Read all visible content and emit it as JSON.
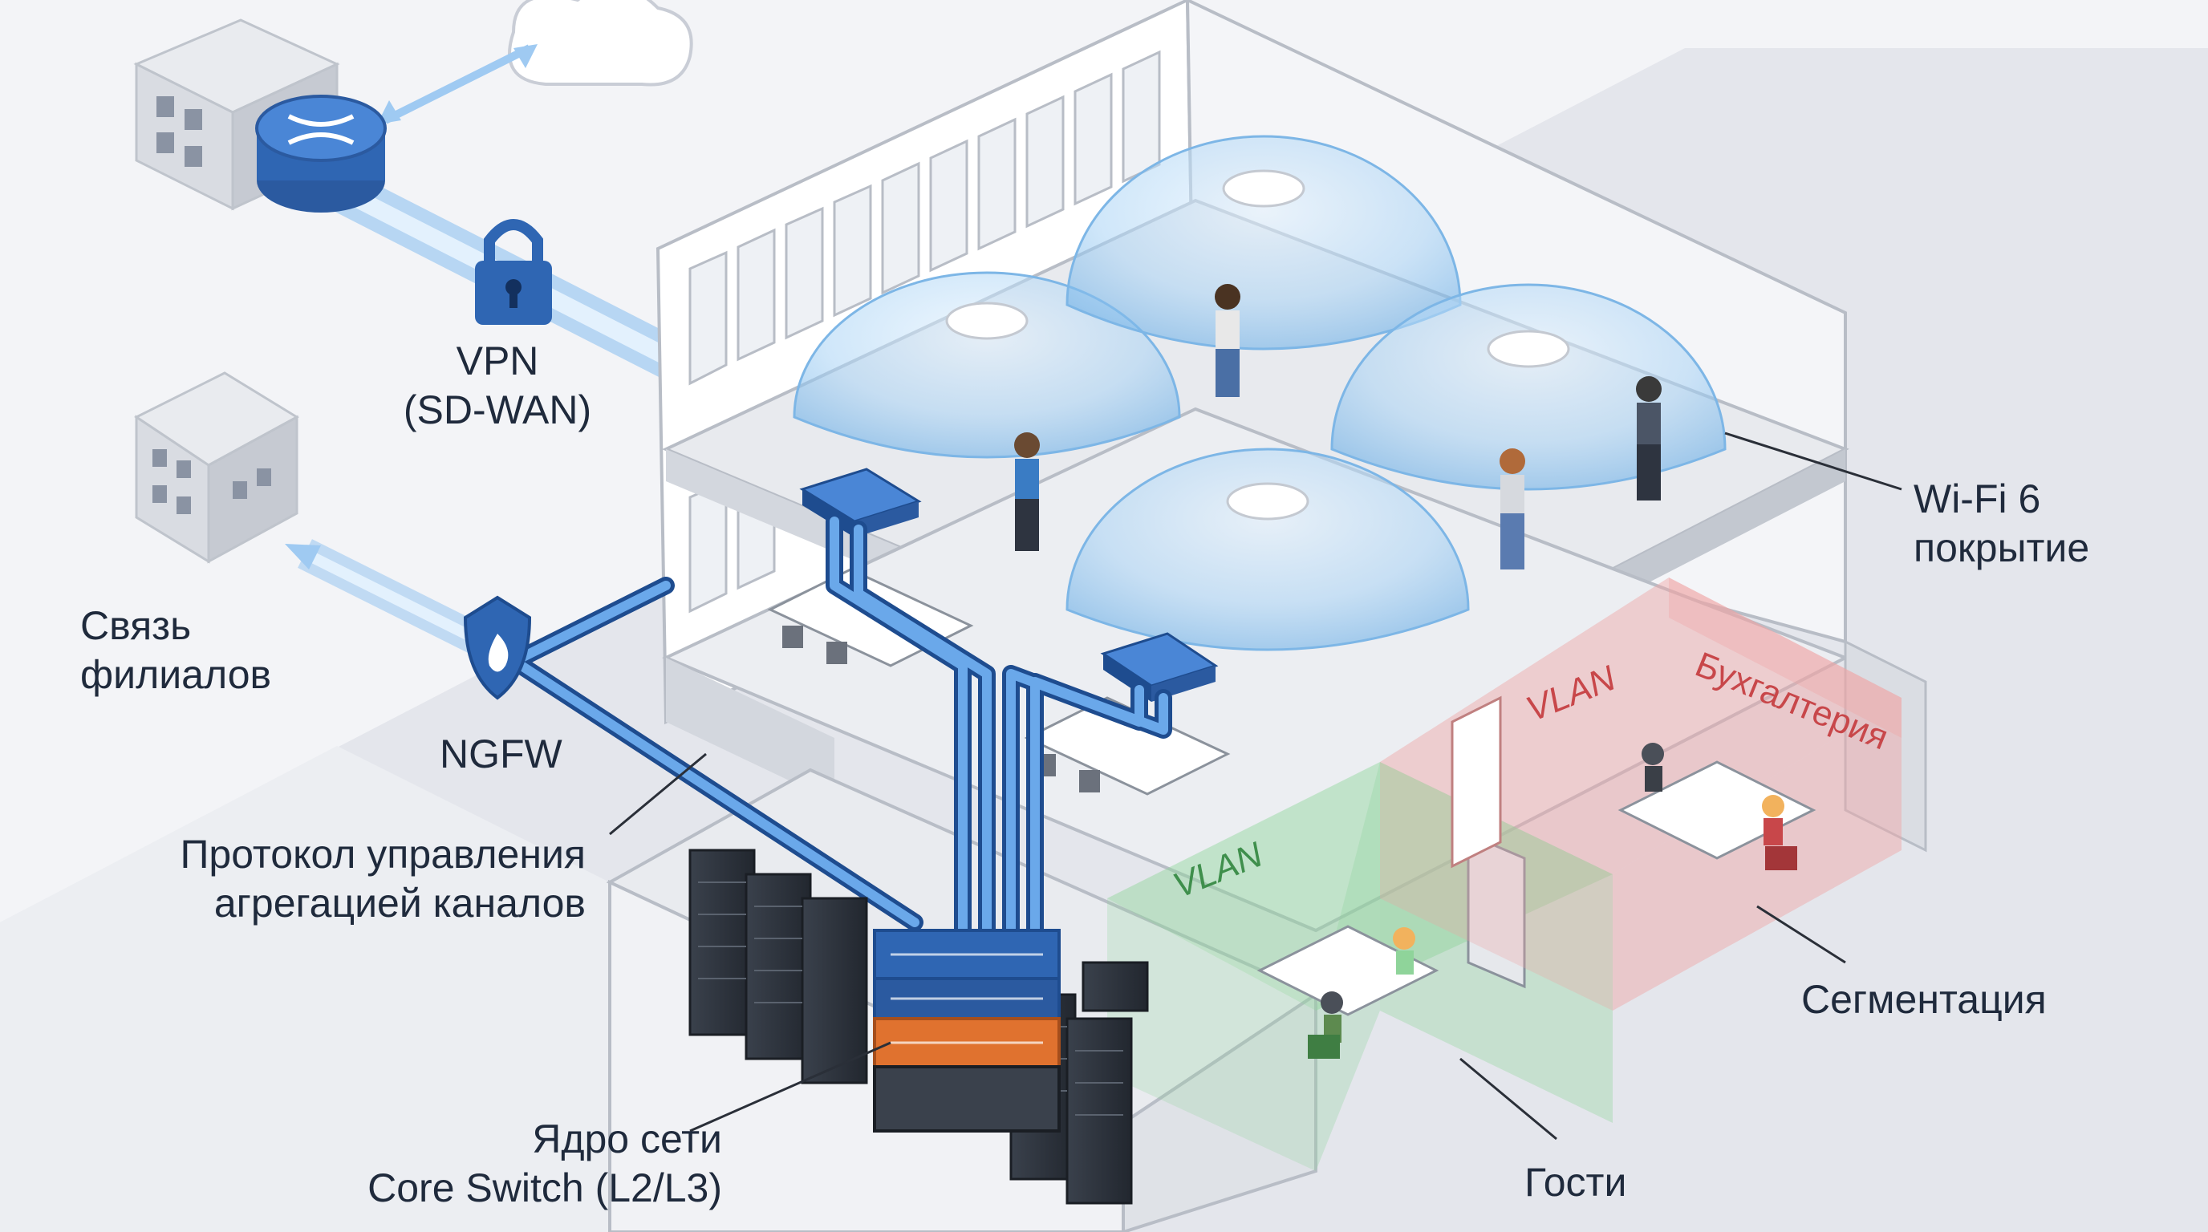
{
  "labels": {
    "vpn_line1": "VPN",
    "vpn_line2": "(SD-WAN)",
    "branch_line1": "Связь",
    "branch_line2": "филиалов",
    "ngfw": "NGFW",
    "lacp_line1": "Протокол управления",
    "lacp_line2": "агрегацией каналов",
    "core_line1": "Ядро сети",
    "core_line2": "Core Switch (L2/L3)",
    "wifi_line1": "Wi-Fi 6",
    "wifi_line2": "покрытие",
    "segmentation": "Сегментация",
    "guests": "Гости"
  },
  "zone_labels": {
    "vlan_guest": "VLAN",
    "vlan_accounting": "VLAN",
    "accounting": "Бухгалтерия"
  },
  "colors": {
    "link_blue": "#3e7fd0",
    "wifi_dome": "#a9d3f5",
    "guest_zone": "#8fd49a",
    "accounting_zone": "#f0a3a3",
    "text": "#1f2a3c",
    "zone_text_green": "#3f8f4c",
    "zone_text_red": "#c8474a"
  },
  "icons": [
    "cloud-icon",
    "router-icon",
    "lock-icon",
    "firewall-shield-icon",
    "flame-icon",
    "switch-icon",
    "access-point-icon",
    "server-rack-icon",
    "building-icon"
  ]
}
